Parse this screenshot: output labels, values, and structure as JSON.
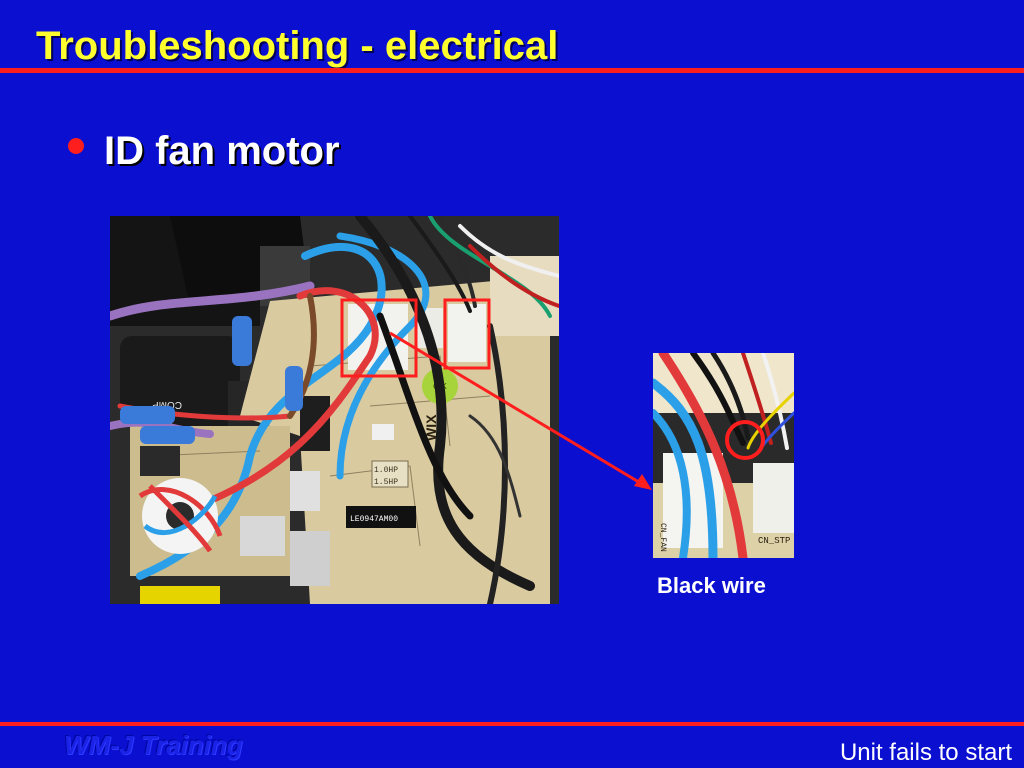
{
  "slide": {
    "title": "Troubleshooting - electrical",
    "bullet": "ID fan motor",
    "caption": "Black wire",
    "watermark": "WM-J Training",
    "footer": "Unit fails to start"
  },
  "colors": {
    "background": "#0a0fd0",
    "title": "#ffff2e",
    "accent_red": "#ff1e1e",
    "text": "#ffffff"
  },
  "photo": {
    "board_labels": {
      "comp": "COMP",
      "hp1": "1.0HP",
      "hp2": "1.5HP",
      "ic": "LE0947AM00",
      "wix": "WIX",
      "fan": "CN_FAN",
      "stp": "CN_STP"
    }
  }
}
